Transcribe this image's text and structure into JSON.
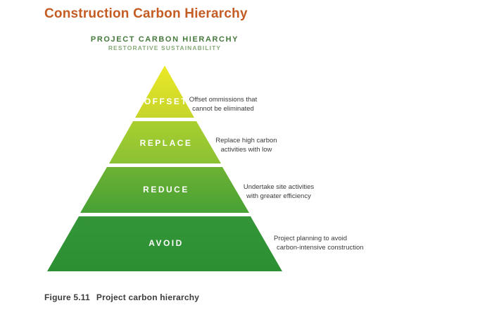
{
  "page": {
    "title": "Construction Carbon Hierarchy",
    "title_color": "#c45c24",
    "caption_label": "Figure 5.11",
    "caption_text": "Project carbon hierarchy",
    "caption_color": "#3c3c3c",
    "background_color": "#ffffff"
  },
  "subtitle": {
    "line1": "PROJECT CARBON HIERARCHY",
    "line2": "RESTORATIVE SUSTAINABILITY",
    "line1_color": "#45793c",
    "line2_color": "#87aa79"
  },
  "pyramid": {
    "label_color": "#ffffff",
    "desc_color": "#3b3b3b",
    "bands": [
      {
        "label": "OFFSET",
        "desc_line1": "Offset ommissions that",
        "desc_line2": "cannot be eliminated",
        "color_top": "#ebe926",
        "color_bottom": "#c6d42b"
      },
      {
        "label": "REPLACE",
        "desc_line1": "Replace high carbon",
        "desc_line2": "activities with low",
        "color_top": "#a9cf2e",
        "color_bottom": "#8ac134"
      },
      {
        "label": "REDUCE",
        "desc_line1": "Undertake site activities",
        "desc_line2": "with greater efficiency",
        "color_top": "#6db233",
        "color_bottom": "#47a135"
      },
      {
        "label": "AVOID",
        "desc_line1": "Project planning to avoid",
        "desc_line2": "carbon-intensive construction",
        "color_top": "#339536",
        "color_bottom": "#2c9033"
      }
    ]
  }
}
